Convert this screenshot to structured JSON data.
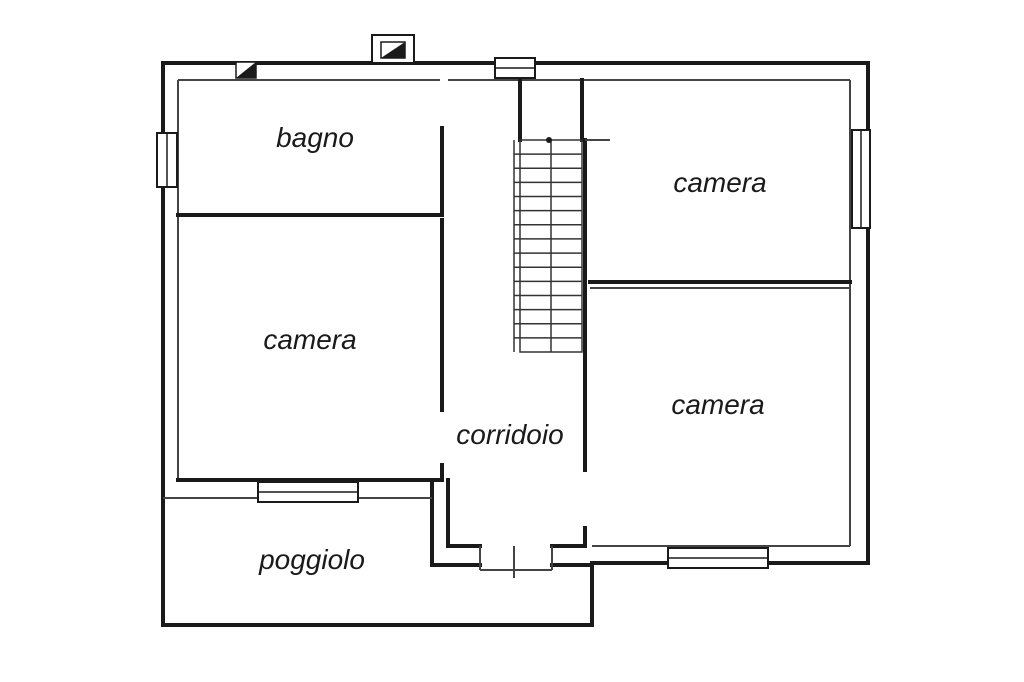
{
  "rooms": {
    "bathroom": "bagno",
    "bedroom_top_left": "camera",
    "bedroom_top_right": "camera",
    "bedroom_bottom_right": "camera",
    "corridor": "corridoio",
    "balcony": "poggiolo"
  },
  "colors": {
    "wall": "#1a1a1a",
    "background": "#ffffff"
  },
  "icons": [
    "vent-icon",
    "chimney-icon",
    "window-icon",
    "stair-icon"
  ]
}
